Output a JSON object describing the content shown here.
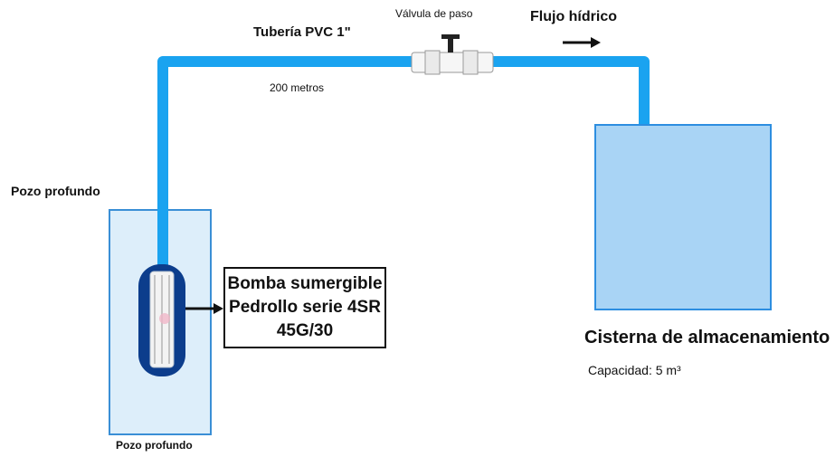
{
  "labels": {
    "pipe": "Tubería PVC 1\"",
    "pipe_length": "200 metros",
    "valve": "Válvula de paso",
    "flow": "Flujo hídrico",
    "well_top": "Pozo profundo",
    "well_bottom": "Pozo profundo",
    "pump_line1": "Bomba sumergible",
    "pump_line2": "Pedrollo serie 4SR",
    "pump_line3": "45G/30",
    "cistern": "Cisterna de almacenamiento",
    "capacity": "Capacidad: 5 m³"
  },
  "colors": {
    "pipe": "#1aa3f0",
    "well_fill": "#ddeefa",
    "well_border": "#3a8fd6",
    "cistern_fill": "#a9d4f5",
    "cistern_border": "#2d8ee0",
    "pump_body": "#0c3d8c"
  },
  "icons": [
    "valve-icon",
    "flow-arrow-icon",
    "pump-icon"
  ]
}
